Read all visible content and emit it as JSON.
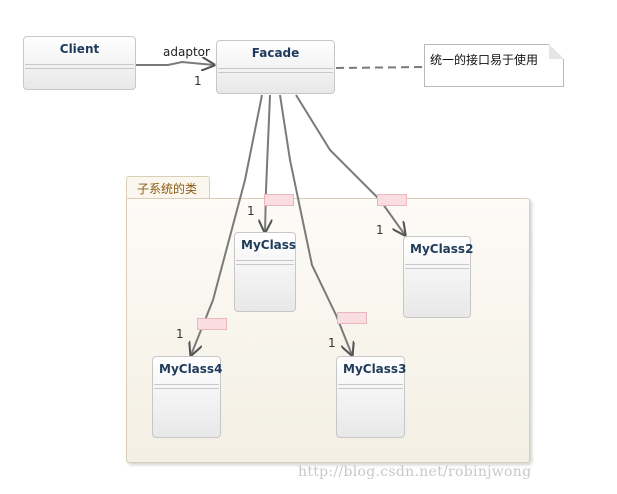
{
  "classes": {
    "client": "Client",
    "facade": "Facade",
    "myclass": "MyClass",
    "myclass2": "MyClass2",
    "myclass3": "MyClass3",
    "myclass4": "MyClass4"
  },
  "package": {
    "name": "子系统的类"
  },
  "note": {
    "text": "统一的接口易于使用"
  },
  "association": {
    "client_facade_label": "adaptor",
    "client_facade_mult": "1",
    "mult_myclass": "1",
    "mult_myclass2": "1",
    "mult_myclass3": "1",
    "mult_myclass4": "1"
  },
  "watermark": "http://blog.csdn.net/robinjwong",
  "colors": {
    "class_name": "#1f3a5a",
    "package_label": "#8a5a12",
    "connector": "#7a7a7a",
    "tag_fill": "#f9dde0"
  }
}
